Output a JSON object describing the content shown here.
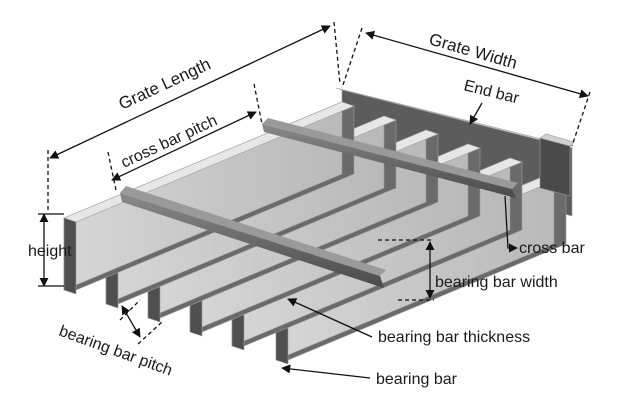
{
  "labels": {
    "grate_length": "Grate Length",
    "grate_width": "Grate Width",
    "end_bar": "End bar",
    "cross_bar_pitch": "cross bar pitch",
    "height": "height",
    "cross_bar": "cross bar",
    "bearing_bar_width": "bearing bar width",
    "bearing_bar_thickness": "bearing bar thickness",
    "bearing_bar_pitch": "bearing bar pitch",
    "bearing_bar": "bearing bar"
  },
  "colors": {
    "bar_top": "#e9e9e9",
    "bar_face": "#cfcfcf",
    "bar_dark": "#5a5a5a",
    "cross_bar": "#6e6e6e",
    "annotation": "#111111"
  }
}
